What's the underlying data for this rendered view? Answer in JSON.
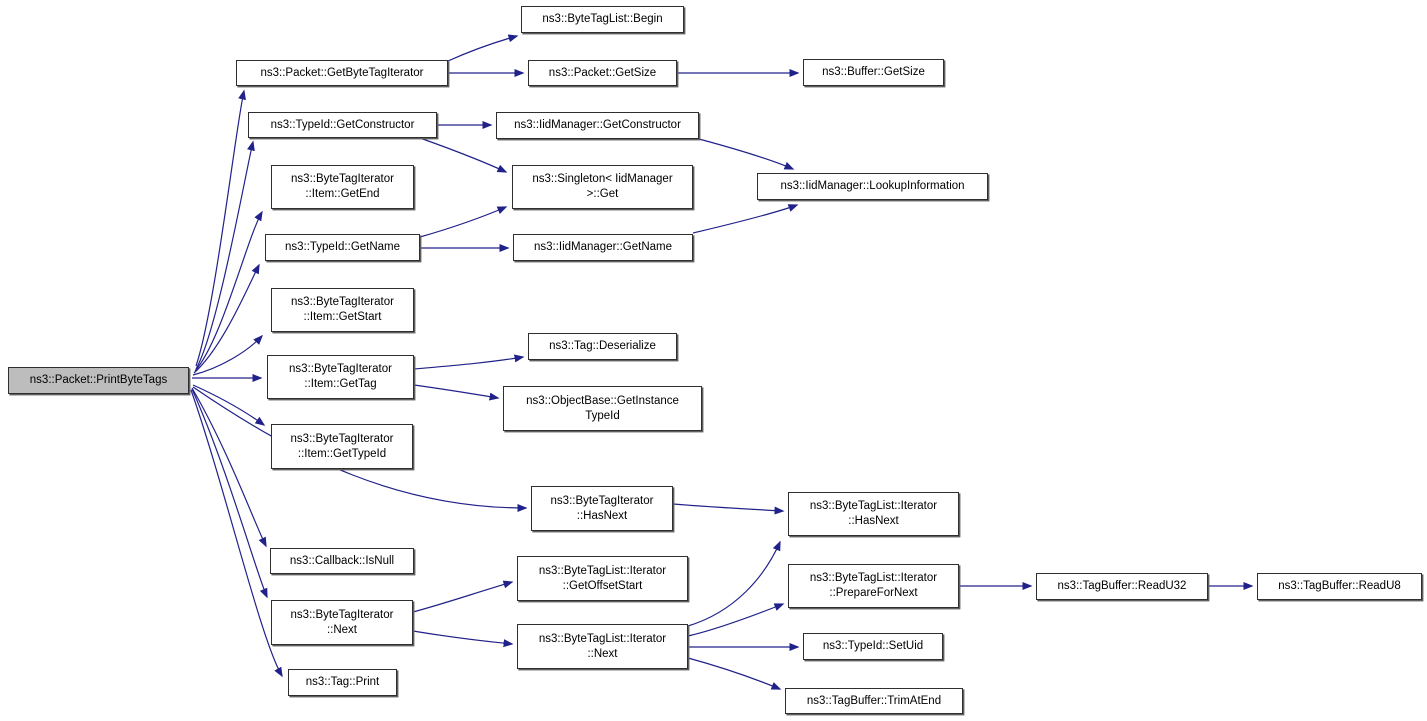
{
  "colors": {
    "edge": "#21218a",
    "root_fill": "#bdbdbd",
    "node_fill": "#ffffff",
    "page_bg": "#ffffff"
  },
  "nodes": [
    {
      "id": "print-byte-tags",
      "label": "ns3::Packet::PrintByteTags",
      "lines": [
        "ns3::Packet::PrintByteTags"
      ],
      "root": true
    },
    {
      "id": "get-byte-tag-iterator",
      "label": "ns3::Packet::GetByteTagIterator",
      "lines": [
        "ns3::Packet::GetByteTagIterator"
      ]
    },
    {
      "id": "byte-tag-list-begin",
      "label": "ns3::ByteTagList::Begin",
      "lines": [
        "ns3::ByteTagList::Begin"
      ]
    },
    {
      "id": "packet-get-size",
      "label": "ns3::Packet::GetSize",
      "lines": [
        "ns3::Packet::GetSize"
      ]
    },
    {
      "id": "buffer-get-size",
      "label": "ns3::Buffer::GetSize",
      "lines": [
        "ns3::Buffer::GetSize"
      ]
    },
    {
      "id": "typeid-get-constructor",
      "label": "ns3::TypeId::GetConstructor",
      "lines": [
        "ns3::TypeId::GetConstructor"
      ]
    },
    {
      "id": "iid-manager-get-constructor",
      "label": "ns3::IidManager::GetConstructor",
      "lines": [
        "ns3::IidManager::GetConstructor"
      ]
    },
    {
      "id": "item-get-end",
      "label": "ns3::ByteTagIterator::Item::GetEnd",
      "lines": [
        "ns3::ByteTagIterator",
        "::Item::GetEnd"
      ]
    },
    {
      "id": "singleton-get",
      "label": "ns3::Singleton< IidManager >::Get",
      "lines": [
        "ns3::Singleton< IidManager",
        ">::Get"
      ]
    },
    {
      "id": "iid-manager-lookup-information",
      "label": "ns3::IidManager::LookupInformation",
      "lines": [
        "ns3::IidManager::LookupInformation"
      ]
    },
    {
      "id": "typeid-get-name",
      "label": "ns3::TypeId::GetName",
      "lines": [
        "ns3::TypeId::GetName"
      ]
    },
    {
      "id": "iid-manager-get-name",
      "label": "ns3::IidManager::GetName",
      "lines": [
        "ns3::IidManager::GetName"
      ]
    },
    {
      "id": "item-get-start",
      "label": "ns3::ByteTagIterator::Item::GetStart",
      "lines": [
        "ns3::ByteTagIterator",
        "::Item::GetStart"
      ]
    },
    {
      "id": "tag-deserialize",
      "label": "ns3::Tag::Deserialize",
      "lines": [
        "ns3::Tag::Deserialize"
      ]
    },
    {
      "id": "item-get-tag",
      "label": "ns3::ByteTagIterator::Item::GetTag",
      "lines": [
        "ns3::ByteTagIterator",
        "::Item::GetTag"
      ]
    },
    {
      "id": "object-base-get-instance-type-id",
      "label": "ns3::ObjectBase::GetInstanceTypeId",
      "lines": [
        "ns3::ObjectBase::GetInstance",
        "TypeId"
      ]
    },
    {
      "id": "item-get-type-id",
      "label": "ns3::ByteTagIterator::Item::GetTypeId",
      "lines": [
        "ns3::ByteTagIterator",
        "::Item::GetTypeId"
      ]
    },
    {
      "id": "byte-tag-iterator-has-next",
      "label": "ns3::ByteTagIterator::HasNext",
      "lines": [
        "ns3::ByteTagIterator",
        "::HasNext"
      ]
    },
    {
      "id": "callback-is-null",
      "label": "ns3::Callback::IsNull",
      "lines": [
        "ns3::Callback::IsNull"
      ]
    },
    {
      "id": "byte-tag-iterator-next",
      "label": "ns3::ByteTagIterator::Next",
      "lines": [
        "ns3::ByteTagIterator",
        "::Next"
      ]
    },
    {
      "id": "tag-print",
      "label": "ns3::Tag::Print",
      "lines": [
        "ns3::Tag::Print"
      ]
    },
    {
      "id": "btl-iterator-has-next",
      "label": "ns3::ByteTagList::Iterator::HasNext",
      "lines": [
        "ns3::ByteTagList::Iterator",
        "::HasNext"
      ]
    },
    {
      "id": "btl-iterator-get-offset-start",
      "label": "ns3::ByteTagList::Iterator::GetOffsetStart",
      "lines": [
        "ns3::ByteTagList::Iterator",
        "::GetOffsetStart"
      ]
    },
    {
      "id": "btl-iterator-next",
      "label": "ns3::ByteTagList::Iterator::Next",
      "lines": [
        "ns3::ByteTagList::Iterator",
        "::Next"
      ]
    },
    {
      "id": "btl-iterator-prepare-for-next",
      "label": "ns3::ByteTagList::Iterator::PrepareForNext",
      "lines": [
        "ns3::ByteTagList::Iterator",
        "::PrepareForNext"
      ]
    },
    {
      "id": "typeid-set-uid",
      "label": "ns3::TypeId::SetUid",
      "lines": [
        "ns3::TypeId::SetUid"
      ]
    },
    {
      "id": "tag-buffer-trim-at-end",
      "label": "ns3::TagBuffer::TrimAtEnd",
      "lines": [
        "ns3::TagBuffer::TrimAtEnd"
      ]
    },
    {
      "id": "tag-buffer-read-u32",
      "label": "ns3::TagBuffer::ReadU32",
      "lines": [
        "ns3::TagBuffer::ReadU32"
      ]
    },
    {
      "id": "tag-buffer-read-u8",
      "label": "ns3::TagBuffer::ReadU8",
      "lines": [
        "ns3::TagBuffer::ReadU8"
      ]
    }
  ],
  "edges": [
    {
      "from": "print-byte-tags",
      "to": "get-byte-tag-iterator"
    },
    {
      "from": "print-byte-tags",
      "to": "typeid-get-constructor"
    },
    {
      "from": "print-byte-tags",
      "to": "item-get-end"
    },
    {
      "from": "print-byte-tags",
      "to": "typeid-get-name"
    },
    {
      "from": "print-byte-tags",
      "to": "item-get-start"
    },
    {
      "from": "print-byte-tags",
      "to": "item-get-tag"
    },
    {
      "from": "print-byte-tags",
      "to": "item-get-type-id"
    },
    {
      "from": "print-byte-tags",
      "to": "byte-tag-iterator-has-next"
    },
    {
      "from": "print-byte-tags",
      "to": "callback-is-null"
    },
    {
      "from": "print-byte-tags",
      "to": "byte-tag-iterator-next"
    },
    {
      "from": "print-byte-tags",
      "to": "tag-print"
    },
    {
      "from": "get-byte-tag-iterator",
      "to": "byte-tag-list-begin"
    },
    {
      "from": "get-byte-tag-iterator",
      "to": "packet-get-size"
    },
    {
      "from": "packet-get-size",
      "to": "buffer-get-size"
    },
    {
      "from": "typeid-get-constructor",
      "to": "iid-manager-get-constructor"
    },
    {
      "from": "typeid-get-constructor",
      "to": "singleton-get"
    },
    {
      "from": "iid-manager-get-constructor",
      "to": "iid-manager-lookup-information"
    },
    {
      "from": "typeid-get-name",
      "to": "singleton-get"
    },
    {
      "from": "typeid-get-name",
      "to": "iid-manager-get-name"
    },
    {
      "from": "iid-manager-get-name",
      "to": "iid-manager-lookup-information"
    },
    {
      "from": "item-get-tag",
      "to": "tag-deserialize"
    },
    {
      "from": "item-get-tag",
      "to": "object-base-get-instance-type-id"
    },
    {
      "from": "byte-tag-iterator-has-next",
      "to": "btl-iterator-has-next"
    },
    {
      "from": "byte-tag-iterator-next",
      "to": "btl-iterator-get-offset-start"
    },
    {
      "from": "byte-tag-iterator-next",
      "to": "btl-iterator-next"
    },
    {
      "from": "btl-iterator-next",
      "to": "btl-iterator-has-next"
    },
    {
      "from": "btl-iterator-next",
      "to": "btl-iterator-prepare-for-next"
    },
    {
      "from": "btl-iterator-next",
      "to": "typeid-set-uid"
    },
    {
      "from": "btl-iterator-next",
      "to": "tag-buffer-trim-at-end"
    },
    {
      "from": "btl-iterator-prepare-for-next",
      "to": "tag-buffer-read-u32"
    },
    {
      "from": "tag-buffer-read-u32",
      "to": "tag-buffer-read-u8"
    }
  ]
}
